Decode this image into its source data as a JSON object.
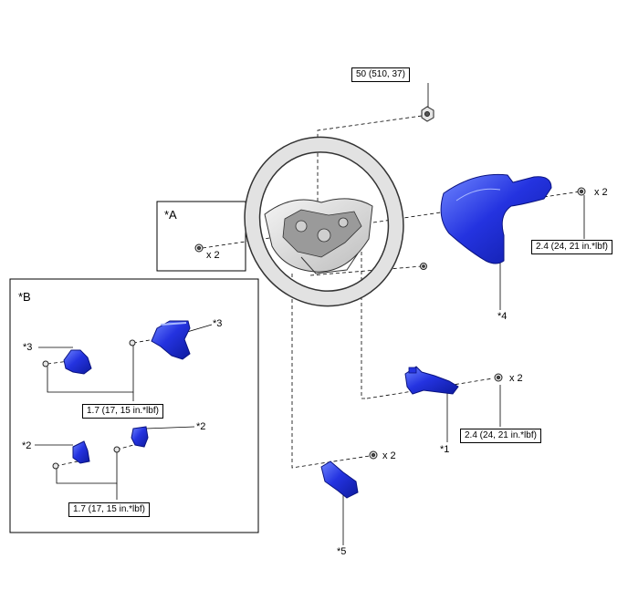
{
  "callouts": {
    "part_1": "*1",
    "part_2_a": "*2",
    "part_2_b": "*2",
    "part_3_a": "*3",
    "part_3_b": "*3",
    "part_4": "*4",
    "part_5": "*5"
  },
  "views": {
    "a_title": "*A",
    "b_title": "*B"
  },
  "torques": {
    "nut": "50 (510, 37)",
    "screw_4": "2.4 (24, 21 in.*lbf)",
    "screw_1": "2.4 (24, 21 in.*lbf)",
    "screw_3": "1.7 (17, 15 in.*lbf)",
    "screw_2": "1.7 (17, 15 in.*lbf)"
  },
  "quantities": {
    "view_a": "x 2",
    "screw_4": "x 2",
    "screw_1": "x 2",
    "screw_5": "x 2"
  },
  "colors": {
    "part_fill": "#2433e0",
    "part_highlight": "#6f86ff",
    "wheel_fill": "#e2e2e2",
    "wheel_stroke": "#333333"
  }
}
